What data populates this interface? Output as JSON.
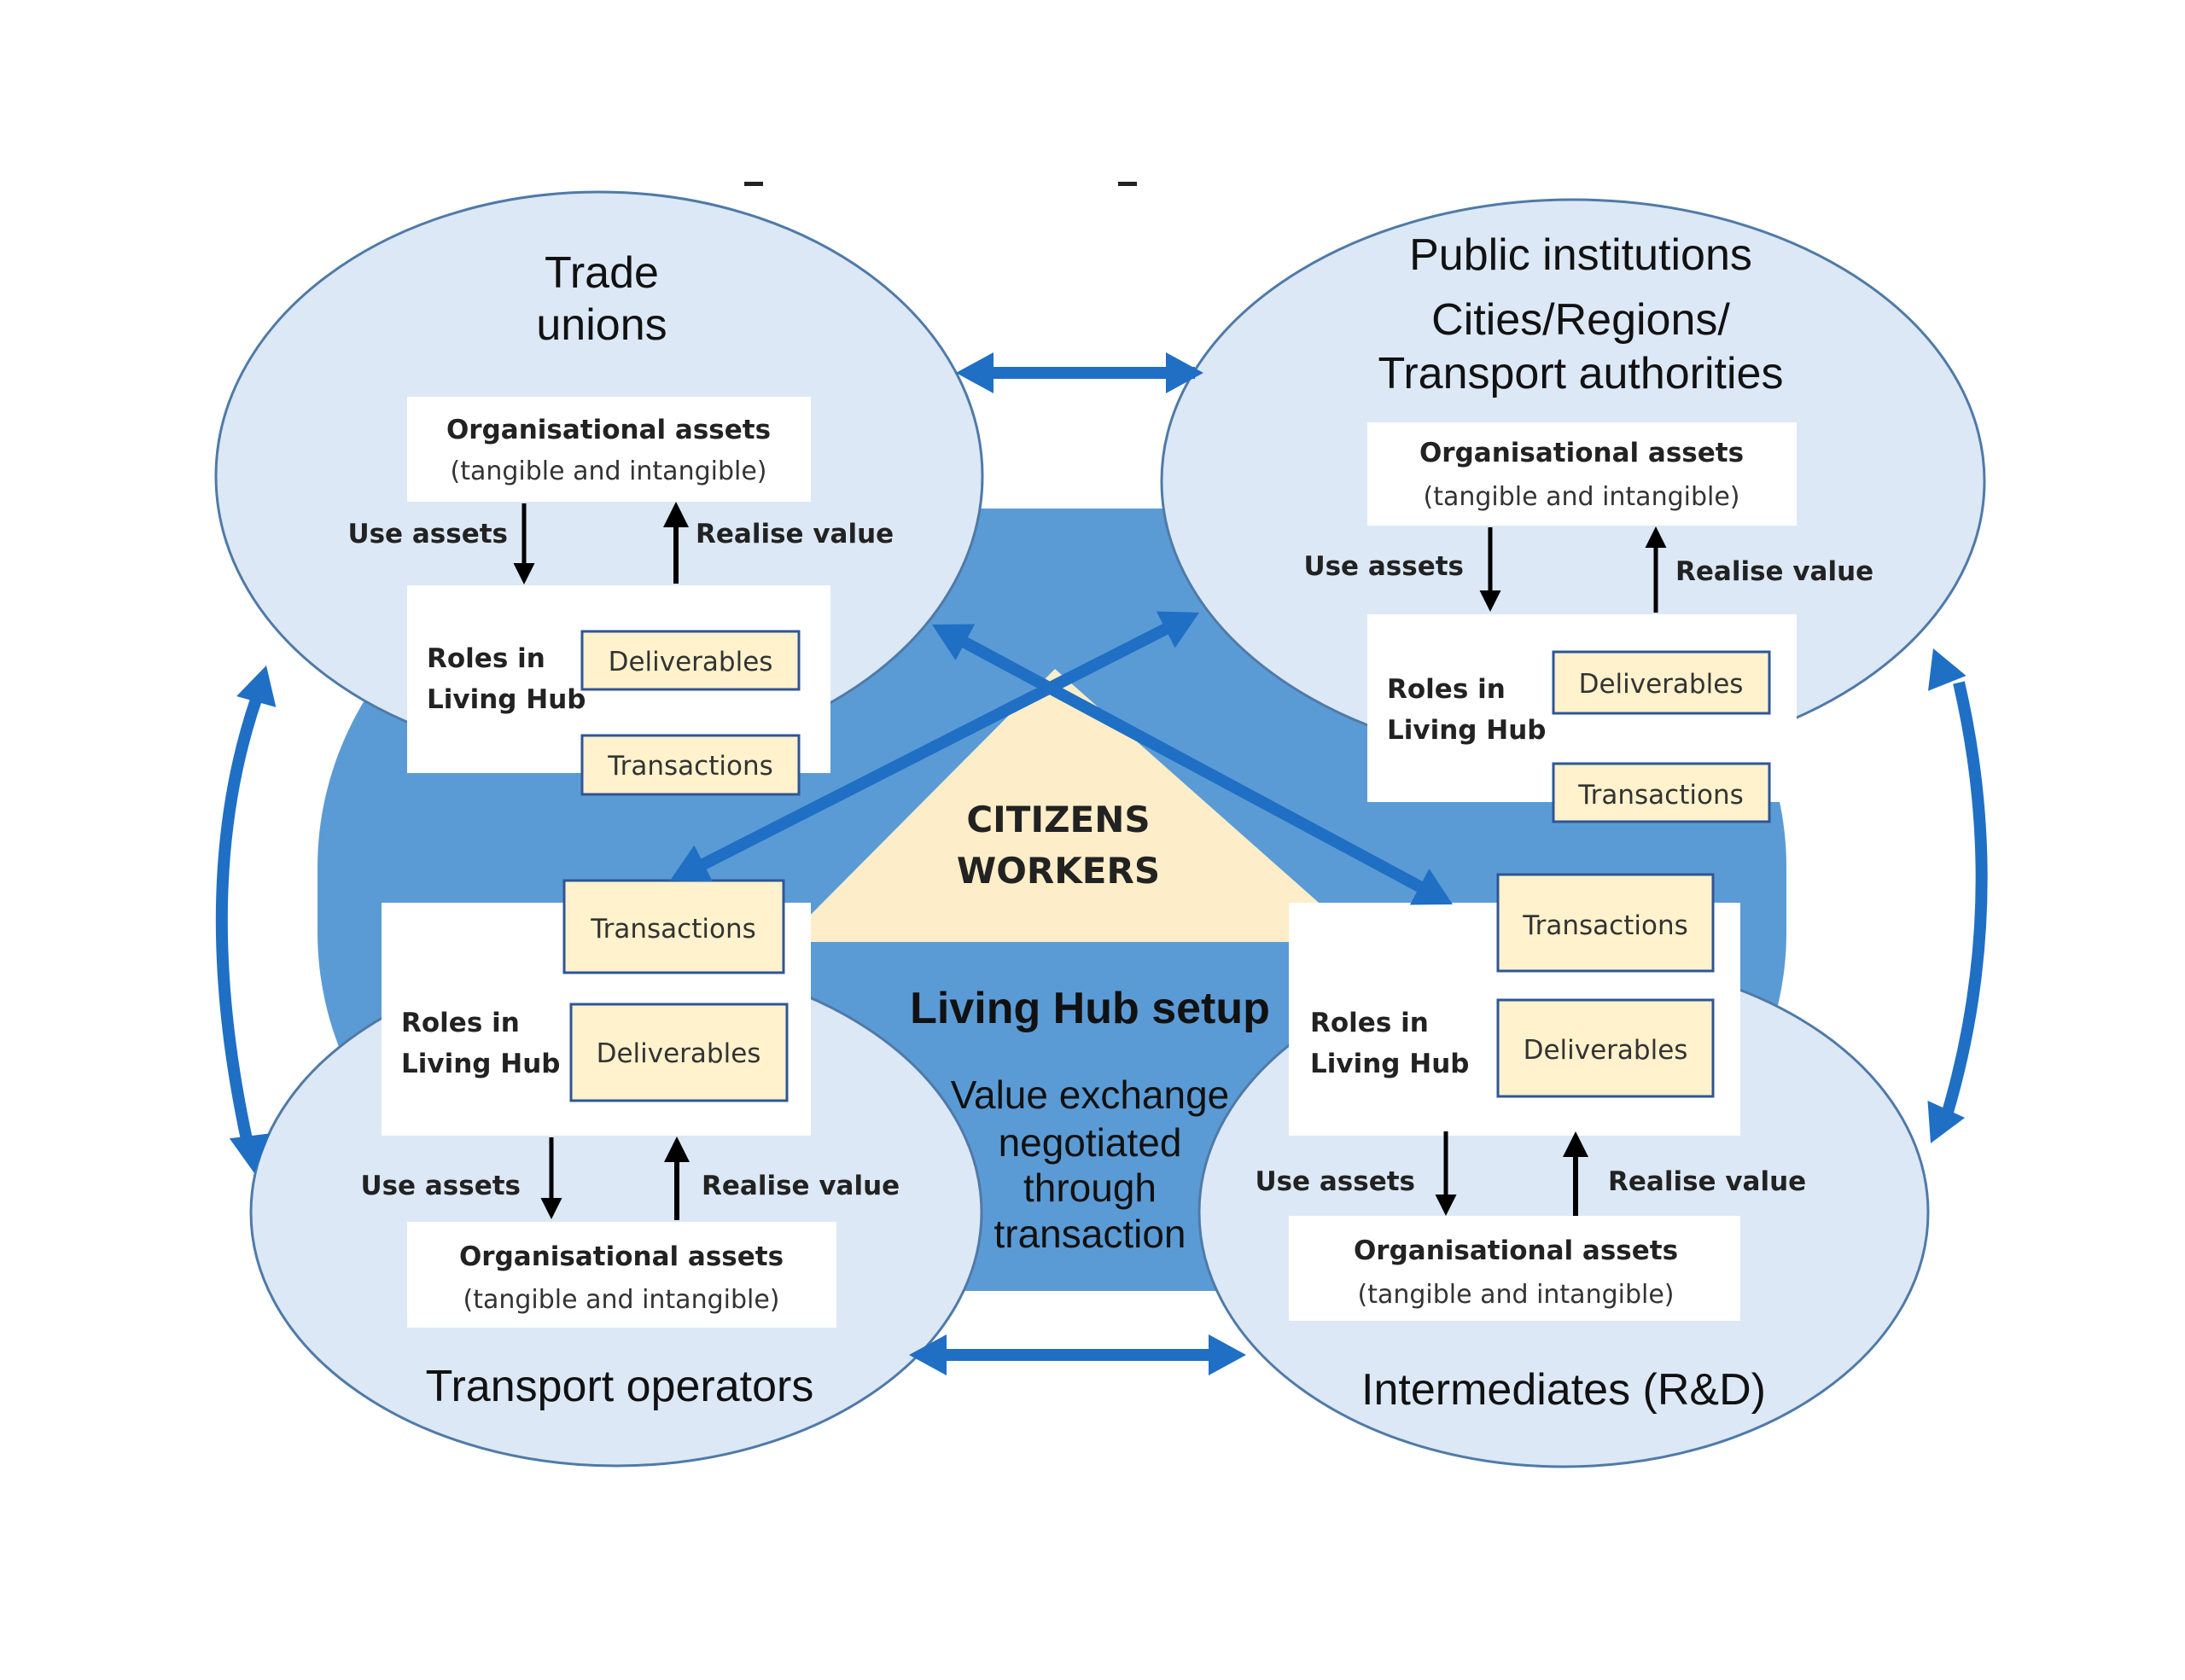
{
  "colors": {
    "ellipse_fill": "#dce8f5",
    "ellipse_stroke": "#4f7aa8",
    "hub_fill": "#5b9bd5",
    "arrow_blue": "#1f6fc5",
    "box_fill": "#fff2cc",
    "box_stroke": "#2f5597",
    "triangle_fill": "#fdeec9",
    "text": "#111111"
  },
  "center": {
    "citizens": "CITIZENS",
    "workers": "WORKERS",
    "setup_title": "Living Hub setup",
    "value_lines": [
      "Value exchange",
      "negotiated",
      "through",
      "transaction"
    ]
  },
  "actors": {
    "trade_unions": {
      "title_lines": [
        "Trade",
        "unions"
      ]
    },
    "public_institutions": {
      "title_lines": [
        "Public institutions",
        "Cities/Regions/",
        "Transport authorities"
      ]
    },
    "transport_operators": {
      "title_lines": [
        "Transport operators"
      ]
    },
    "intermediates": {
      "title_lines": [
        "Intermediates (R&D)"
      ]
    }
  },
  "common": {
    "org_assets_title": "Organisational assets",
    "org_assets_sub": "(tangible and intangible)",
    "use_assets": "Use assets",
    "realise_value": "Realise value",
    "roles_line1": "Roles in",
    "roles_line2": "Living Hub",
    "deliverables": "Deliverables",
    "transactions": "Transactions"
  }
}
